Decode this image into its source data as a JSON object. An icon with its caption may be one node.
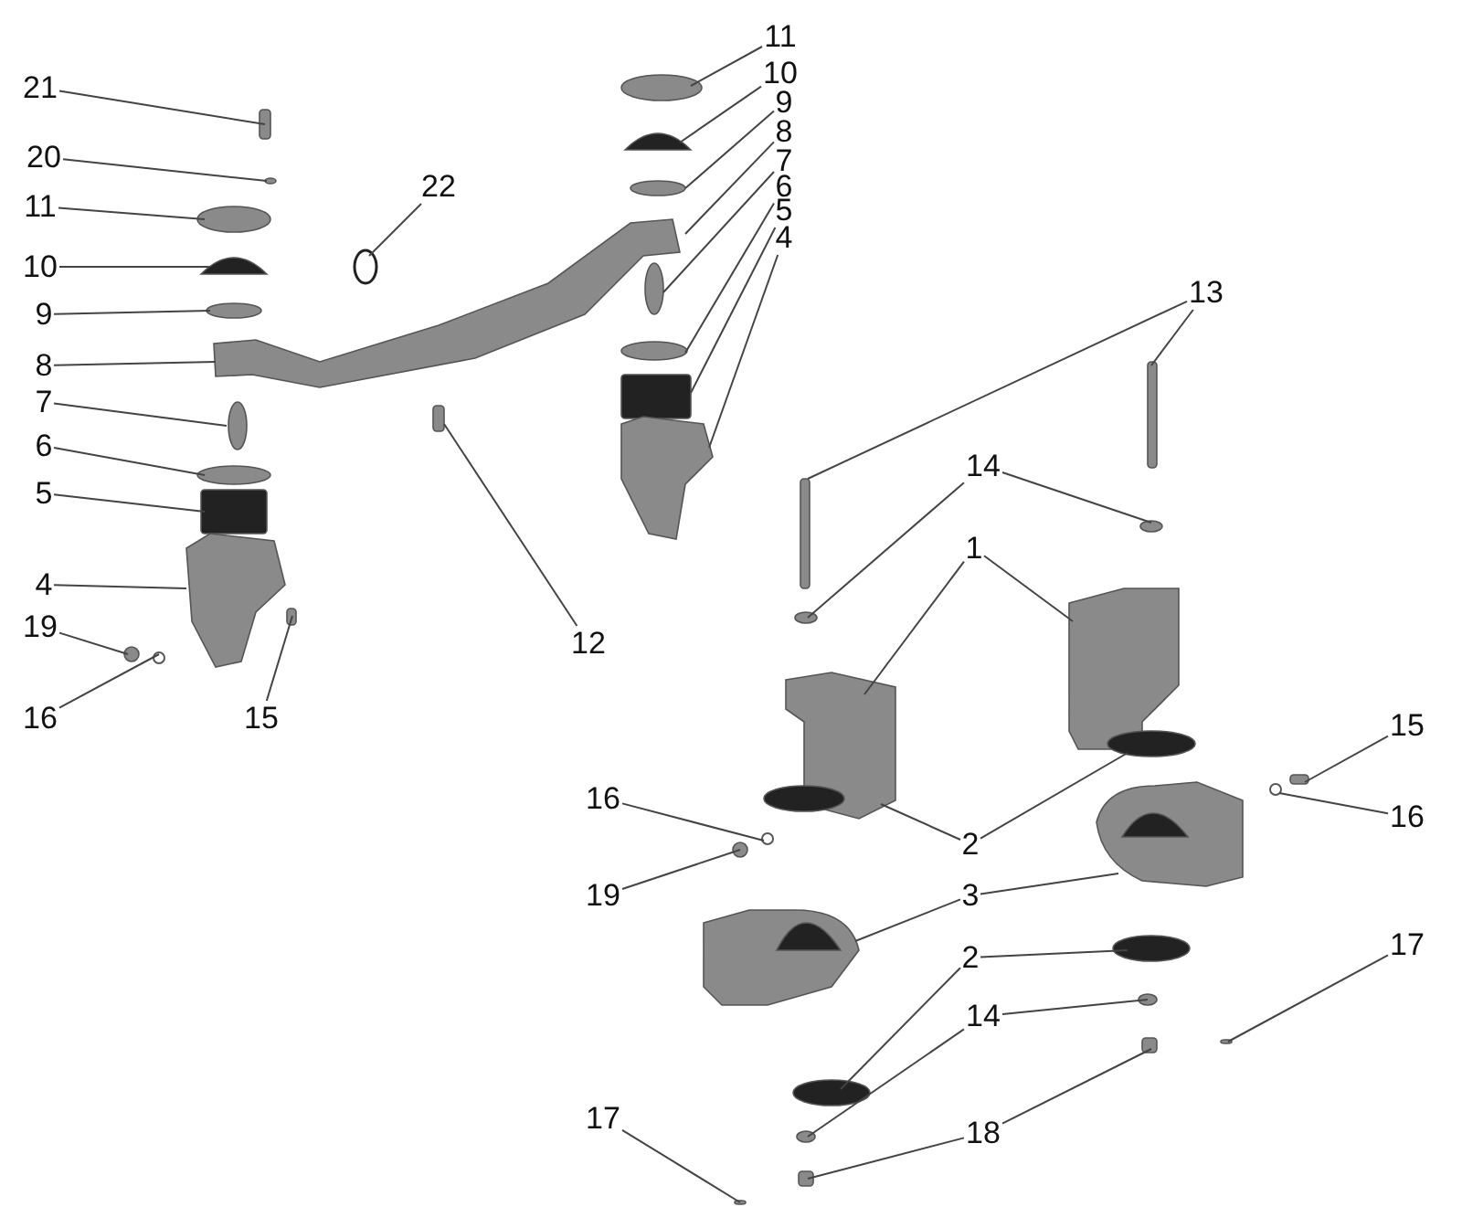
{
  "diagram": {
    "nodes": [
      {
        "text": [
          "21"
        ]
      },
      {
        "text": [
          "20"
        ]
      },
      {
        "text": [
          "11"
        ]
      },
      {
        "text": [
          "10"
        ]
      },
      {
        "text": [
          "9"
        ]
      },
      {
        "text": [
          "8"
        ]
      },
      {
        "text": [
          "7"
        ]
      },
      {
        "text": [
          "6"
        ]
      },
      {
        "text": [
          "5"
        ]
      },
      {
        "text": [
          "4"
        ]
      },
      {
        "text": [
          "19"
        ]
      },
      {
        "text": [
          "16"
        ]
      },
      {
        "text": [
          "15"
        ]
      },
      {
        "text": [
          "22"
        ]
      },
      {
        "text": [
          "11"
        ]
      },
      {
        "text": [
          "10"
        ]
      },
      {
        "text": [
          "9"
        ]
      },
      {
        "text": [
          "8"
        ]
      },
      {
        "text": [
          "7"
        ]
      },
      {
        "text": [
          "6"
        ]
      },
      {
        "text": [
          "5"
        ]
      },
      {
        "text": [
          "4"
        ]
      },
      {
        "text": [
          "12"
        ]
      },
      {
        "text": [
          "13"
        ]
      },
      {
        "text": [
          "14"
        ]
      },
      {
        "text": [
          "1"
        ]
      },
      {
        "text": [
          "15"
        ]
      },
      {
        "text": [
          "16"
        ]
      },
      {
        "text": [
          "2"
        ]
      },
      {
        "text": [
          "16"
        ]
      },
      {
        "text": [
          "19"
        ]
      },
      {
        "text": [
          "3"
        ]
      },
      {
        "text": [
          "2"
        ]
      },
      {
        "text": [
          "17"
        ]
      },
      {
        "text": [
          "14"
        ]
      },
      {
        "text": [
          "18"
        ]
      },
      {
        "text": [
          "17"
        ]
      }
    ],
    "edges": [
      {
        "from": 0,
        "to": null,
        "arrow": "none"
      },
      {
        "from": 1,
        "to": null,
        "arrow": "none"
      },
      {
        "from": 2,
        "to": null,
        "arrow": "none"
      },
      {
        "from": 3,
        "to": null,
        "arrow": "none"
      },
      {
        "from": 4,
        "to": null,
        "arrow": "none"
      },
      {
        "from": 5,
        "to": null,
        "arrow": "none"
      },
      {
        "from": 6,
        "to": null,
        "arrow": "none"
      },
      {
        "from": 7,
        "to": null,
        "arrow": "none"
      },
      {
        "from": 8,
        "to": null,
        "arrow": "none"
      },
      {
        "from": 9,
        "to": null,
        "arrow": "none"
      },
      {
        "from": 10,
        "to": null,
        "arrow": "none"
      },
      {
        "from": 11,
        "to": null,
        "arrow": "none"
      },
      {
        "from": 12,
        "to": null,
        "arrow": "none"
      },
      {
        "from": 13,
        "to": null,
        "arrow": "none"
      },
      {
        "from": 14,
        "to": null,
        "arrow": "none"
      },
      {
        "from": 15,
        "to": null,
        "arrow": "none"
      },
      {
        "from": 16,
        "to": null,
        "arrow": "none"
      },
      {
        "from": 17,
        "to": null,
        "arrow": "none"
      },
      {
        "from": 18,
        "to": null,
        "arrow": "none"
      },
      {
        "from": 19,
        "to": null,
        "arrow": "none"
      },
      {
        "from": 20,
        "to": null,
        "arrow": "none"
      },
      {
        "from": 21,
        "to": null,
        "arrow": "none"
      },
      {
        "from": 22,
        "to": null,
        "arrow": "none"
      },
      {
        "from": 23,
        "to": null,
        "arrow": "none"
      },
      {
        "from": 23,
        "to": null,
        "arrow": "none"
      },
      {
        "from": 24,
        "to": null,
        "arrow": "none"
      },
      {
        "from": 24,
        "to": null,
        "arrow": "none"
      },
      {
        "from": 25,
        "to": null,
        "arrow": "none"
      },
      {
        "from": 25,
        "to": null,
        "arrow": "none"
      },
      {
        "from": 26,
        "to": null,
        "arrow": "none"
      },
      {
        "from": 27,
        "to": null,
        "arrow": "none"
      },
      {
        "from": 28,
        "to": null,
        "arrow": "none"
      },
      {
        "from": 28,
        "to": null,
        "arrow": "none"
      },
      {
        "from": 29,
        "to": null,
        "arrow": "none"
      },
      {
        "from": 30,
        "to": null,
        "arrow": "none"
      },
      {
        "from": 31,
        "to": null,
        "arrow": "none"
      },
      {
        "from": 31,
        "to": null,
        "arrow": "none"
      },
      {
        "from": 32,
        "to": null,
        "arrow": "none"
      },
      {
        "from": 32,
        "to": null,
        "arrow": "none"
      },
      {
        "from": 33,
        "to": null,
        "arrow": "none"
      },
      {
        "from": 34,
        "to": null,
        "arrow": "none"
      },
      {
        "from": 34,
        "to": null,
        "arrow": "none"
      },
      {
        "from": 35,
        "to": null,
        "arrow": "none"
      },
      {
        "from": 35,
        "to": null,
        "arrow": "none"
      },
      {
        "from": 36,
        "to": null,
        "arrow": "none"
      }
    ]
  }
}
